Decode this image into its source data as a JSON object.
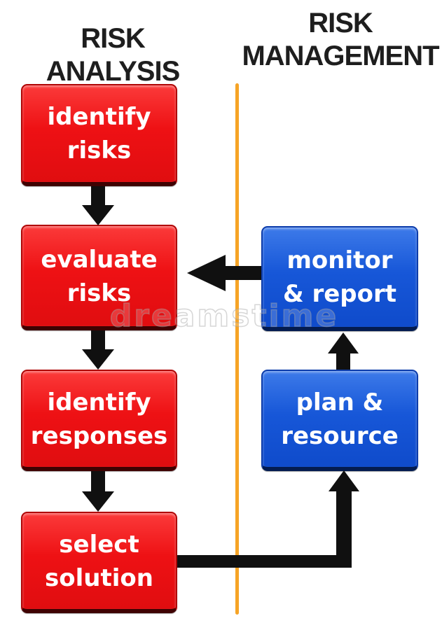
{
  "headings": {
    "analysis": "RISK ANALYSIS",
    "management_line1": "RISK",
    "management_line2": "MANAGEMENT"
  },
  "boxes": {
    "identify_risks": {
      "line1": "identify",
      "line2": "risks"
    },
    "evaluate_risks": {
      "line1": "evaluate",
      "line2": "risks"
    },
    "identify_responses": {
      "line1": "identify",
      "line2": "responses"
    },
    "select_solution": {
      "line1": "select",
      "line2": "solution"
    },
    "monitor_report": {
      "line1": "monitor",
      "line2": "& report"
    },
    "plan_resource": {
      "line1": "plan &",
      "line2": "resource"
    }
  },
  "edges": [
    {
      "from": "identify risks",
      "to": "evaluate risks"
    },
    {
      "from": "evaluate risks",
      "to": "identify responses"
    },
    {
      "from": "identify responses",
      "to": "select solution"
    },
    {
      "from": "select solution",
      "to": "plan & resource"
    },
    {
      "from": "plan & resource",
      "to": "monitor & report"
    },
    {
      "from": "monitor & report",
      "to": "evaluate risks"
    }
  ],
  "watermark": {
    "text": "dreamstime"
  },
  "colors": {
    "canvas_bg": "#ffffff",
    "heading_text": "#1e1e1e",
    "box_text": "#ffffff",
    "box_red": "#ee1114",
    "box_red_light": "#fb3a3a",
    "box_red_dark": "#e00d10",
    "box_red_border": "#b00606",
    "box_red_shadow": "#3f0202",
    "box_blue": "#1757d8",
    "box_blue_light": "#3d7ae9",
    "box_blue_dark": "#0f4bcb",
    "box_blue_border": "#0c3cab",
    "box_blue_shadow": "#041c50",
    "arrow_black": "#101010",
    "divider_orange": "#f6a426"
  }
}
